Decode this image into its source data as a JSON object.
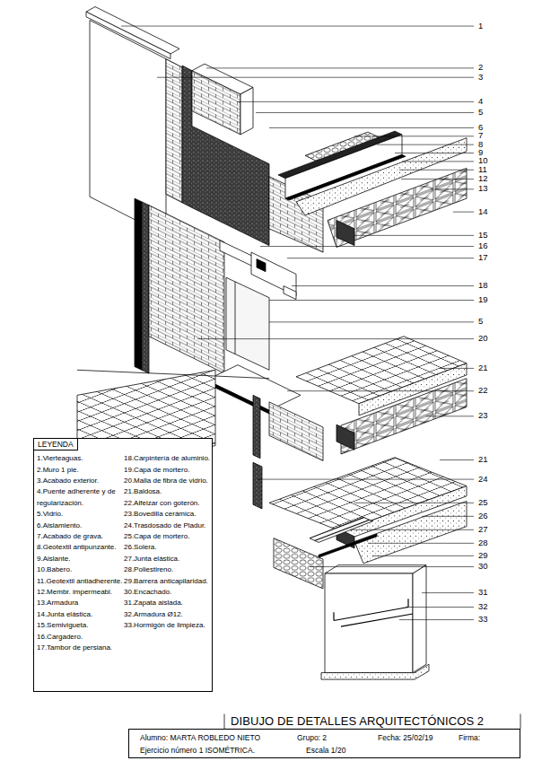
{
  "diagram": {
    "title": "DIBUJO DE DETALLES ARQUITECTÓNICOS 2",
    "nodes": [
      {
        "text": [
          "LEYENDA"
        ]
      },
      {
        "text": [
          "Alumno: MARTA ROBLEDO NIETO",
          "Grupo: 2",
          "Fecha: 25/02/19",
          "Firma:",
          "Ejercicio número 1 ISOMÉTRICA.",
          "Escala 1/20"
        ]
      }
    ],
    "labels": [
      "1",
      "2",
      "3",
      "4",
      "5",
      "6",
      "7",
      "8",
      "9",
      "10",
      "11",
      "12",
      "13",
      "14",
      "15",
      "16",
      "17",
      "18",
      "19",
      "5",
      "20",
      "21",
      "22",
      "23",
      "21",
      "24",
      "25",
      "26",
      "27",
      "28",
      "29",
      "30",
      "31",
      "32",
      "33"
    ],
    "legend": [
      {
        "text": "1.Vierteaguas."
      },
      {
        "text": "2.Muro 1 pie."
      },
      {
        "text": "3.Acabado exterior."
      },
      {
        "text": "4.Puente adherente y de regularización."
      },
      {
        "text": "5.Vidrio."
      },
      {
        "text": "6.Aislamiento."
      },
      {
        "text": "7.Acabado de grava."
      },
      {
        "text": "8.Geotextil antipunzante."
      },
      {
        "text": "9.Aislante."
      },
      {
        "text": "10.Babero."
      },
      {
        "text": "11.Geotextil antiadherente."
      },
      {
        "text": "12.Membr. impermeabl."
      },
      {
        "text": "13.Armadura"
      },
      {
        "text": "14.Junta elástica."
      },
      {
        "text": "15.Semivigueta."
      },
      {
        "text": "16.Cargadero."
      },
      {
        "text": "17.Tambor de persiana."
      },
      {
        "text": "18.Carpintería de aluminio."
      },
      {
        "text": "19.Capa de mortero."
      },
      {
        "text": "20.Malla de fibra de vidrio."
      },
      {
        "text": "21.Baldosa."
      },
      {
        "text": "22.Alfeizar con goterón."
      },
      {
        "text": "23.Bovedilla cerámica."
      },
      {
        "text": "24.Trasdosado de Pladur."
      },
      {
        "text": "25.Capa de mortero."
      },
      {
        "text": "26.Solera."
      },
      {
        "text": "27.Junta elástica."
      },
      {
        "text": "28.Poliestireno."
      },
      {
        "text": "29.Barrera anticapilaridad."
      },
      {
        "text": "30.Encachado."
      },
      {
        "text": "31.Zapata aislada."
      },
      {
        "text": "32.Armadura Ø12."
      },
      {
        "text": "33.Hormigón de limpieza."
      }
    ]
  }
}
